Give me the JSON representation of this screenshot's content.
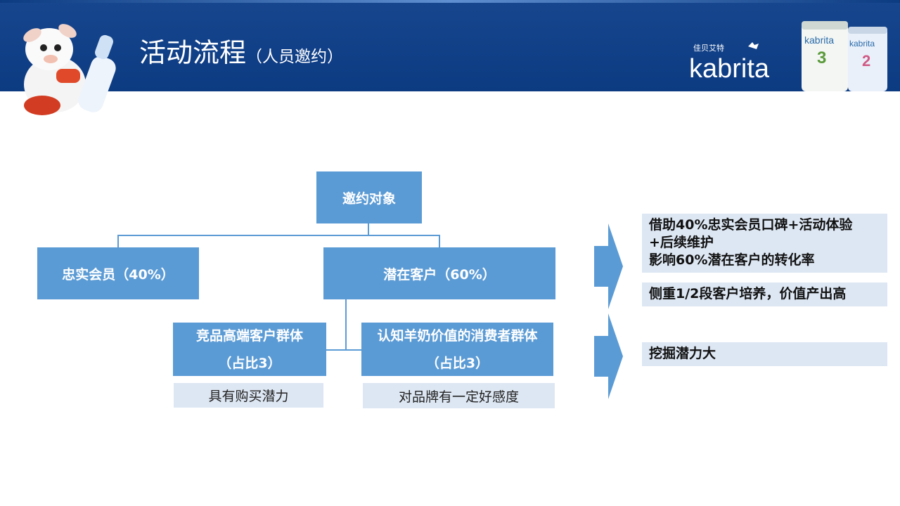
{
  "header": {
    "title": "活动流程",
    "subtitle": "（人员邀约）",
    "brand_cn": "佳贝艾特",
    "brand_en": "kabrita",
    "can_label_1": "kabrita",
    "can_label_2": "kabrita",
    "can_num_1": "3",
    "can_num_2": "2"
  },
  "diagram": {
    "root": "邀约对象",
    "loyal": "忠实会员（40%）",
    "potential": "潜在客户（60%）",
    "group_a": {
      "title": "竞品高端客户群体",
      "ratio": "（占比3）",
      "desc": "具有购买潜力"
    },
    "group_b": {
      "title": "认知羊奶价值的消费者群体",
      "ratio": "（占比3）",
      "desc": "对品牌有一定好感度"
    }
  },
  "notes": {
    "note1": [
      "借助40%忠实会员口碑+活动体验",
      "+后续维护",
      "影响60%潜在客户的转化率"
    ],
    "note2": "侧重1/2段客户培养，价值产出高",
    "note3": "挖掘潜力大"
  },
  "colors": {
    "header": "#0c3b82",
    "box_blue": "#5b9bd5",
    "box_pale": "#dde7f3"
  }
}
